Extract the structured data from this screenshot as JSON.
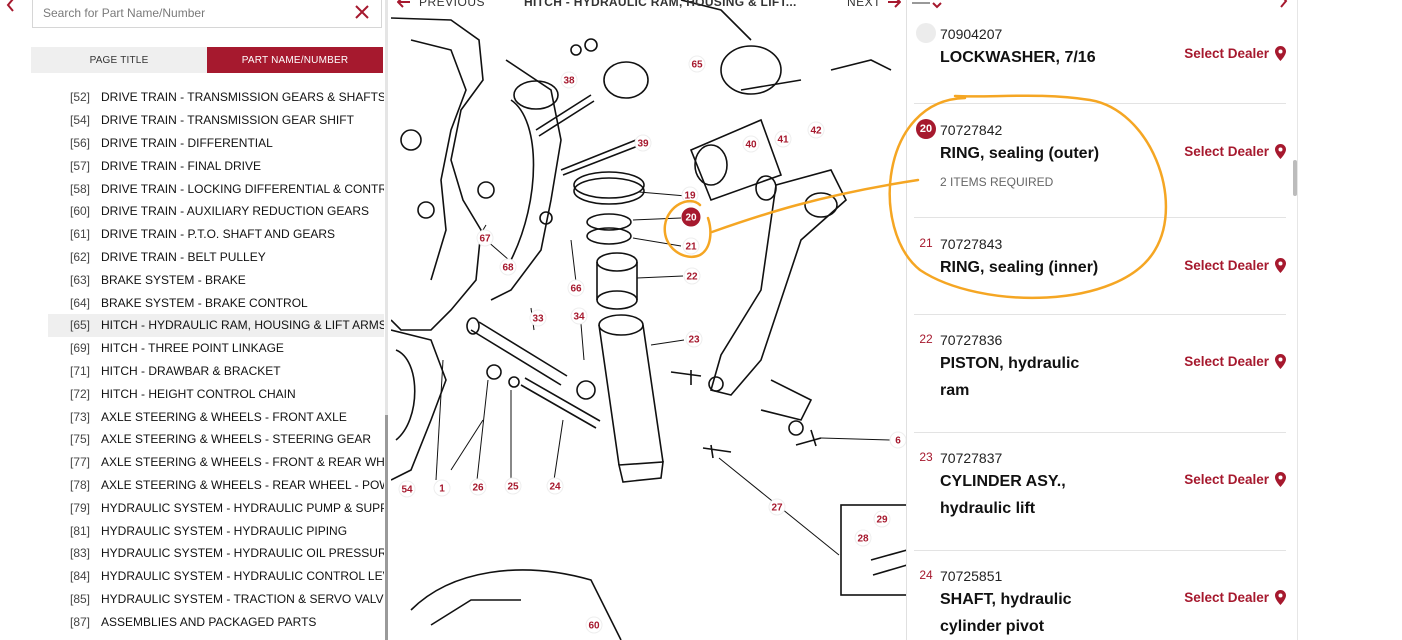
{
  "left_panel": {
    "search": {
      "placeholder": "Search for Part Name/Number",
      "value": ""
    },
    "tabs": [
      {
        "label": "PAGE TITLE",
        "active": false
      },
      {
        "label": "PART NAME/NUMBER",
        "active": true
      }
    ],
    "pages": [
      {
        "num": "[52]",
        "title": "DRIVE TRAIN - TRANSMISSION GEARS & SHAFTS"
      },
      {
        "num": "[54]",
        "title": "DRIVE TRAIN - TRANSMISSION GEAR SHIFT"
      },
      {
        "num": "[56]",
        "title": "DRIVE TRAIN - DIFFERENTIAL"
      },
      {
        "num": "[57]",
        "title": "DRIVE TRAIN - FINAL DRIVE"
      },
      {
        "num": "[58]",
        "title": "DRIVE TRAIN - LOCKING DIFFERENTIAL & CONTROL PEDAL"
      },
      {
        "num": "[60]",
        "title": "DRIVE TRAIN - AUXILIARY REDUCTION GEARS"
      },
      {
        "num": "[61]",
        "title": "DRIVE TRAIN - P.T.O. SHAFT AND GEARS"
      },
      {
        "num": "[62]",
        "title": "DRIVE TRAIN - BELT PULLEY"
      },
      {
        "num": "[63]",
        "title": "BRAKE SYSTEM - BRAKE"
      },
      {
        "num": "[64]",
        "title": "BRAKE SYSTEM - BRAKE CONTROL"
      },
      {
        "num": "[65]",
        "title": "HITCH - HYDRAULIC RAM, HOUSING & LIFT ARMS",
        "selected": true
      },
      {
        "num": "[69]",
        "title": "HITCH - THREE POINT LINKAGE"
      },
      {
        "num": "[71]",
        "title": "HITCH - DRAWBAR & BRACKET"
      },
      {
        "num": "[72]",
        "title": "HITCH - HEIGHT CONTROL CHAIN"
      },
      {
        "num": "[73]",
        "title": "AXLE STEERING & WHEELS - FRONT AXLE"
      },
      {
        "num": "[75]",
        "title": "AXLE STEERING & WHEELS - STEERING GEAR"
      },
      {
        "num": "[77]",
        "title": "AXLE STEERING & WHEELS - FRONT & REAR WHEELS"
      },
      {
        "num": "[78]",
        "title": "AXLE STEERING & WHEELS - REAR WHEEL - POWER ADJUST"
      },
      {
        "num": "[79]",
        "title": "HYDRAULIC SYSTEM - HYDRAULIC PUMP & SUPPORTS"
      },
      {
        "num": "[81]",
        "title": "HYDRAULIC SYSTEM - HYDRAULIC PIPING"
      },
      {
        "num": "[83]",
        "title": "HYDRAULIC SYSTEM - HYDRAULIC OIL PRESSURE LINE FILTER"
      },
      {
        "num": "[84]",
        "title": "HYDRAULIC SYSTEM - HYDRAULIC CONTROL LEVERS"
      },
      {
        "num": "[85]",
        "title": "HYDRAULIC SYSTEM - TRACTION & SERVO VALVE"
      },
      {
        "num": "[87]",
        "title": "ASSEMBLIES AND PACKAGED PARTS"
      }
    ]
  },
  "center": {
    "prev_label": "PREVIOUS",
    "title": "HITCH - HYDRAULIC RAM, HOUSING & LIFT...",
    "next_label": "NEXT",
    "callouts": [
      "38",
      "39",
      "65",
      "40",
      "41",
      "42",
      "19",
      "20",
      "21",
      "22",
      "23",
      "67",
      "68",
      "66",
      "33",
      "34",
      "1",
      "26",
      "25",
      "24",
      "54",
      "27",
      "29",
      "28",
      "60",
      "6"
    ]
  },
  "parts": [
    {
      "ref": "",
      "number": "70904207",
      "name": "LOCKWASHER, 7/16",
      "required": "",
      "dealer": "Select Dealer",
      "badge": "empty"
    },
    {
      "ref": "20",
      "number": "70727842",
      "name": "RING, sealing (outer)",
      "required": "2 ITEMS REQUIRED",
      "dealer": "Select Dealer",
      "badge": "highlight"
    },
    {
      "ref": "21",
      "number": "70727843",
      "name": "RING, sealing (inner)",
      "required": "",
      "dealer": "Select Dealer",
      "badge": "plain"
    },
    {
      "ref": "22",
      "number": "70727836",
      "name": "PISTON, hydraulic ram",
      "required": "",
      "dealer": "Select Dealer",
      "badge": "plain"
    },
    {
      "ref": "23",
      "number": "70727837",
      "name": "CYLINDER ASY., hydraulic lift",
      "required": "",
      "dealer": "Select Dealer",
      "badge": "plain"
    },
    {
      "ref": "24",
      "number": "70725851",
      "name": "SHAFT, hydraulic cylinder pivot",
      "required": "",
      "dealer": "Select Dealer",
      "badge": "plain"
    }
  ],
  "colors": {
    "brand": "#a6192e",
    "annotation": "#f5a623"
  },
  "icons": {
    "back": "chevron-left-icon",
    "clear": "close-icon",
    "menu": "menu-icon",
    "pin": "map-pin-icon"
  }
}
